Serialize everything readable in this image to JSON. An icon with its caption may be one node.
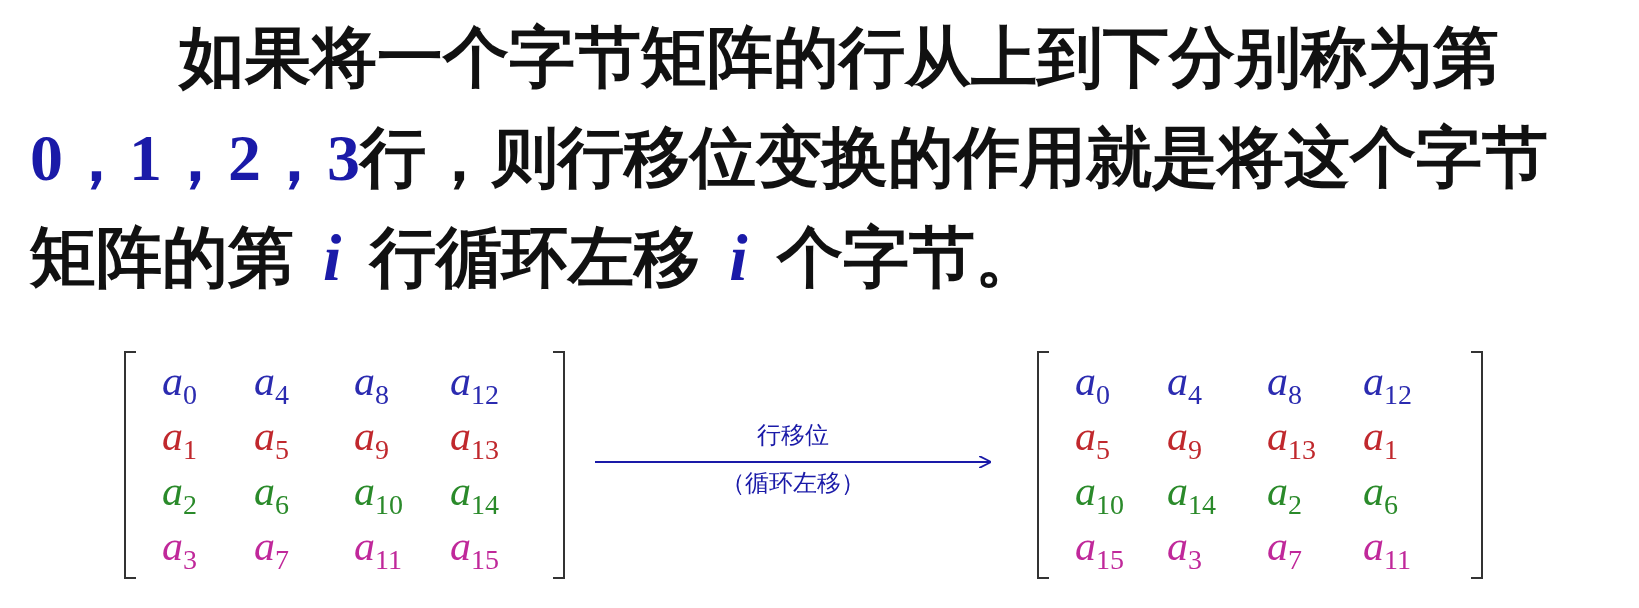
{
  "diagram": {
    "nodes": [
      {
        "text": [
          "a$_{0}$",
          "a$_{4}$",
          "a$_{8}$",
          "a$_{12}$",
          "a$_{1}$",
          "a$_{5}$",
          "a$_{9}$",
          "a$_{13}$",
          "a$_{2}$",
          "a$_{6}$",
          "a$_{10}$",
          "a$_{14}$",
          "a$_{3}$",
          "a$_{7}$",
          "a$_{11}$",
          "a$_{15}$"
        ]
      },
      {
        "text": [
          "a$_{0}$",
          "a$_{4}$",
          "a$_{8}$",
          "a$_{12}$",
          "a$_{5}$",
          "a$_{9}$",
          "a$_{13}$",
          "a$_{1}$",
          "a$_{10}$",
          "a$_{14}$",
          "a$_{2}$",
          "a$_{6}$",
          "a$_{15}$",
          "a$_{3}$",
          "a$_{7}$",
          "a$_{11}$"
        ]
      }
    ],
    "edges": [
      {
        "from": 0,
        "to": 1,
        "arrow": "to",
        "label": "行移位"
      }
    ],
    "labels": [
      "如果将一个字节矩阵的行从上到下分别称为第**0，1，2，3**行，则行移位变换的作用就是将这个字节矩阵的第 *i* 行循环左移 *i* 个字节。",
      "（循环左移）"
    ]
  }
}
